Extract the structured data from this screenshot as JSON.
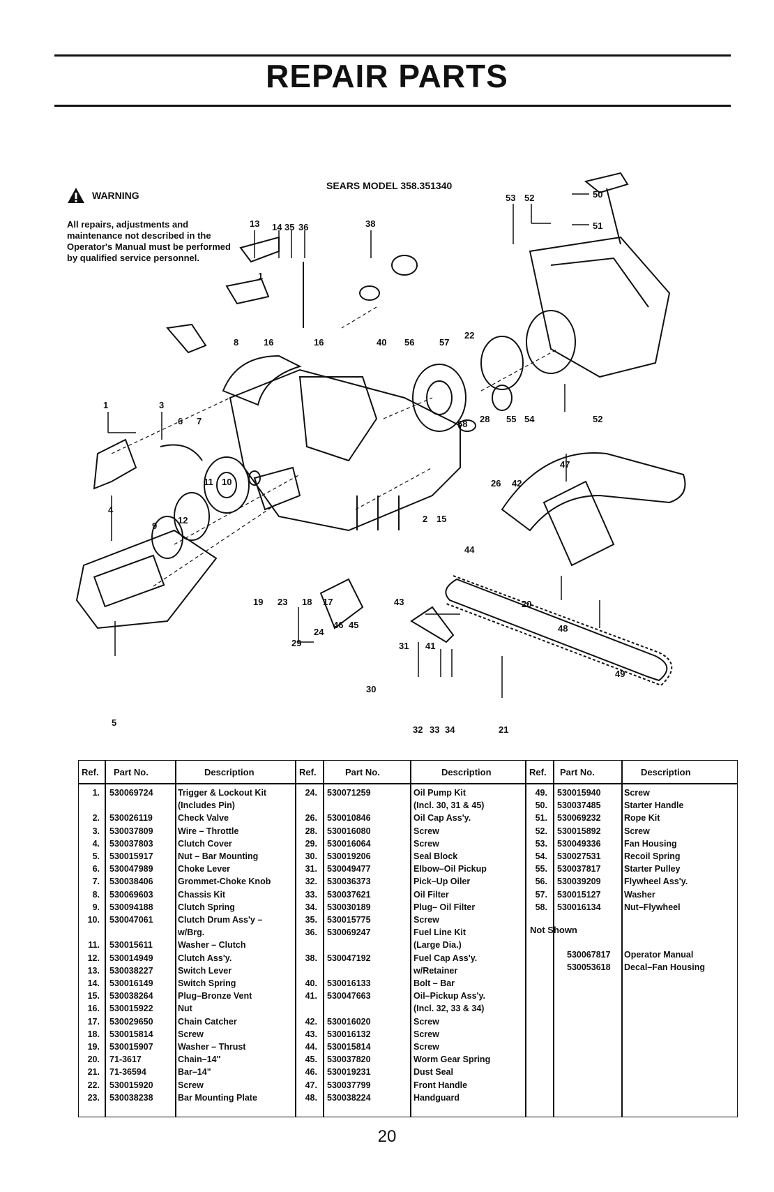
{
  "title": "REPAIR PARTS",
  "warning": {
    "label": "WARNING",
    "text": "All repairs, adjustments and maintenance not described in the Operator's Manual must be performed by qualified service personnel."
  },
  "model": "SEARS MODEL 358.351340",
  "callouts": [
    "13",
    "14",
    "35",
    "36",
    "38",
    "53",
    "52",
    "50",
    "51",
    "8",
    "16",
    "16",
    "40",
    "56",
    "57",
    "22",
    "6",
    "7",
    "58",
    "28",
    "55",
    "54",
    "52",
    "1",
    "3",
    "58",
    "11",
    "10",
    "47",
    "26",
    "42",
    "4",
    "9",
    "12",
    "2",
    "15",
    "44",
    "19",
    "23",
    "18",
    "17",
    "43",
    "20",
    "48",
    "29",
    "24",
    "46",
    "45",
    "31",
    "41",
    "30",
    "49",
    "5",
    "32",
    "33",
    "34",
    "21",
    "1"
  ],
  "table": {
    "headers": {
      "ref": "Ref.",
      "part": "Part No.",
      "desc": "Description"
    },
    "col1": [
      {
        "ref": "1.",
        "part": "530069724",
        "desc": "Trigger & Lockout Kit"
      },
      {
        "ref": "",
        "part": "",
        "desc": "(Includes Pin)"
      },
      {
        "ref": "2.",
        "part": "530026119",
        "desc": "Check Valve"
      },
      {
        "ref": "3.",
        "part": "530037809",
        "desc": "Wire – Throttle"
      },
      {
        "ref": "4.",
        "part": "530037803",
        "desc": "Clutch Cover"
      },
      {
        "ref": "5.",
        "part": "530015917",
        "desc": "Nut – Bar Mounting"
      },
      {
        "ref": "6.",
        "part": "530047989",
        "desc": "Choke Lever"
      },
      {
        "ref": "7.",
        "part": "530038406",
        "desc": "Grommet-Choke Knob"
      },
      {
        "ref": "8.",
        "part": "530069603",
        "desc": "Chassis Kit"
      },
      {
        "ref": "9.",
        "part": "530094188",
        "desc": "Clutch Spring"
      },
      {
        "ref": "10.",
        "part": "530047061",
        "desc": "Clutch Drum Ass'y –"
      },
      {
        "ref": "",
        "part": "",
        "desc": "w/Brg."
      },
      {
        "ref": "11.",
        "part": "530015611",
        "desc": "Washer – Clutch"
      },
      {
        "ref": "12.",
        "part": "530014949",
        "desc": "Clutch Ass'y."
      },
      {
        "ref": "13.",
        "part": "530038227",
        "desc": "Switch Lever"
      },
      {
        "ref": "14.",
        "part": "530016149",
        "desc": "Switch Spring"
      },
      {
        "ref": "15.",
        "part": "530038264",
        "desc": "Plug–Bronze Vent"
      },
      {
        "ref": "16.",
        "part": "530015922",
        "desc": "Nut"
      },
      {
        "ref": "17.",
        "part": "530029650",
        "desc": "Chain Catcher"
      },
      {
        "ref": "18.",
        "part": "530015814",
        "desc": "Screw"
      },
      {
        "ref": "19.",
        "part": "530015907",
        "desc": "Washer – Thrust"
      },
      {
        "ref": "20.",
        "part": "71-3617",
        "desc": "Chain–14\""
      },
      {
        "ref": "21.",
        "part": "71-36594",
        "desc": "Bar–14\""
      },
      {
        "ref": "22.",
        "part": "530015920",
        "desc": "Screw"
      },
      {
        "ref": "23.",
        "part": "530038238",
        "desc": "Bar Mounting Plate"
      }
    ],
    "col2": [
      {
        "ref": "24.",
        "part": "530071259",
        "desc": "Oil Pump Kit"
      },
      {
        "ref": "",
        "part": "",
        "desc": "(Incl. 30, 31 & 45)"
      },
      {
        "ref": "26.",
        "part": "530010846",
        "desc": "Oil Cap Ass'y."
      },
      {
        "ref": "28.",
        "part": "530016080",
        "desc": "Screw"
      },
      {
        "ref": "29.",
        "part": "530016064",
        "desc": "Screw"
      },
      {
        "ref": "30.",
        "part": "530019206",
        "desc": "Seal Block"
      },
      {
        "ref": "31.",
        "part": "530049477",
        "desc": "Elbow–Oil Pickup"
      },
      {
        "ref": "32.",
        "part": "530036373",
        "desc": "Pick–Up Oiler"
      },
      {
        "ref": "33.",
        "part": "530037621",
        "desc": "Oil Filter"
      },
      {
        "ref": "34.",
        "part": "530030189",
        "desc": "Plug– Oil Filter"
      },
      {
        "ref": "35.",
        "part": "530015775",
        "desc": "Screw"
      },
      {
        "ref": "36.",
        "part": "530069247",
        "desc": "Fuel Line Kit"
      },
      {
        "ref": "",
        "part": "",
        "desc": "(Large Dia.)"
      },
      {
        "ref": "38.",
        "part": "530047192",
        "desc": "Fuel Cap Ass'y."
      },
      {
        "ref": "",
        "part": "",
        "desc": "w/Retainer"
      },
      {
        "ref": "40.",
        "part": "530016133",
        "desc": "Bolt – Bar"
      },
      {
        "ref": "41.",
        "part": "530047663",
        "desc": "Oil–Pickup Ass'y."
      },
      {
        "ref": "",
        "part": "",
        "desc": "(Incl. 32, 33 & 34)"
      },
      {
        "ref": "42.",
        "part": "530016020",
        "desc": "Screw"
      },
      {
        "ref": "43.",
        "part": "530016132",
        "desc": "Screw"
      },
      {
        "ref": "44.",
        "part": "530015814",
        "desc": "Screw"
      },
      {
        "ref": "45.",
        "part": "530037820",
        "desc": "Worm Gear Spring"
      },
      {
        "ref": "46.",
        "part": "530019231",
        "desc": "Dust Seal"
      },
      {
        "ref": "47.",
        "part": "530037799",
        "desc": "Front Handle"
      },
      {
        "ref": "48.",
        "part": "530038224",
        "desc": "Handguard"
      }
    ],
    "col3": [
      {
        "ref": "49.",
        "part": "530015940",
        "desc": "Screw"
      },
      {
        "ref": "50.",
        "part": "530037485",
        "desc": "Starter Handle"
      },
      {
        "ref": "51.",
        "part": "530069232",
        "desc": "Rope Kit"
      },
      {
        "ref": "52.",
        "part": "530015892",
        "desc": "Screw"
      },
      {
        "ref": "53.",
        "part": "530049336",
        "desc": "Fan Housing"
      },
      {
        "ref": "54.",
        "part": "530027531",
        "desc": "Recoil Spring"
      },
      {
        "ref": "55.",
        "part": "530037817",
        "desc": "Starter Pulley"
      },
      {
        "ref": "56.",
        "part": "530039209",
        "desc": "Flywheel Ass'y."
      },
      {
        "ref": "57.",
        "part": "530015127",
        "desc": "Washer"
      },
      {
        "ref": "58.",
        "part": "530016134",
        "desc": "Nut–Flywheel"
      }
    ],
    "not_shown_label": "Not Shown",
    "not_shown": [
      {
        "part": "530067817",
        "desc": "Operator Manual"
      },
      {
        "part": "530053618",
        "desc": "Decal–Fan Housing"
      }
    ]
  },
  "page_number": "20"
}
